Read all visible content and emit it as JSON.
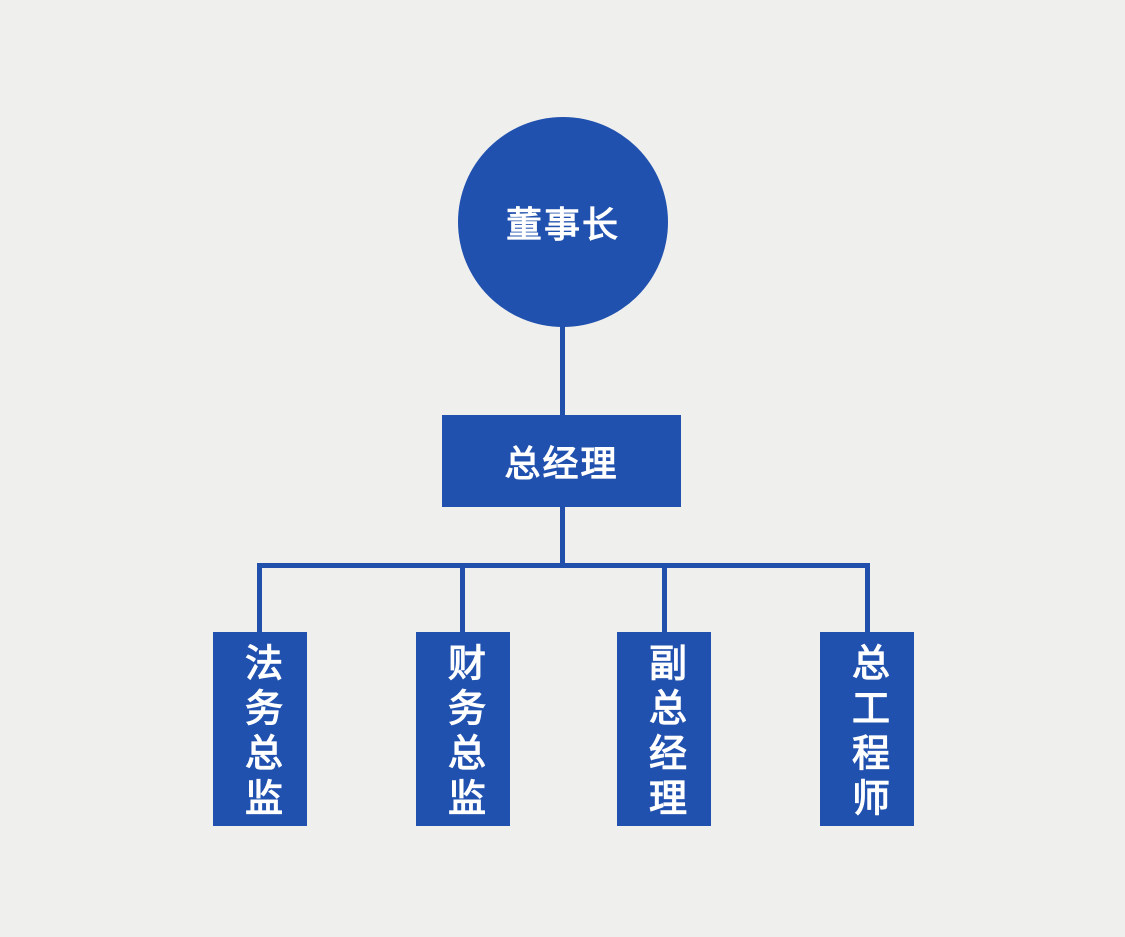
{
  "page": {
    "background": "#EFEFEE"
  },
  "chart": {
    "type": "org-chart",
    "accent_color": "#2151AE",
    "connector_color": "#2150AC",
    "text_color": "#FFFFFF",
    "root": {
      "label": "董事长",
      "shape": "circle"
    },
    "level2": {
      "label": "总经理",
      "shape": "rectangle"
    },
    "level3": [
      {
        "label": "法务总监",
        "shape": "vertical-rectangle"
      },
      {
        "label": "财务总监",
        "shape": "vertical-rectangle"
      },
      {
        "label": "副总经理",
        "shape": "vertical-rectangle"
      },
      {
        "label": "总工程师",
        "shape": "vertical-rectangle"
      }
    ]
  }
}
